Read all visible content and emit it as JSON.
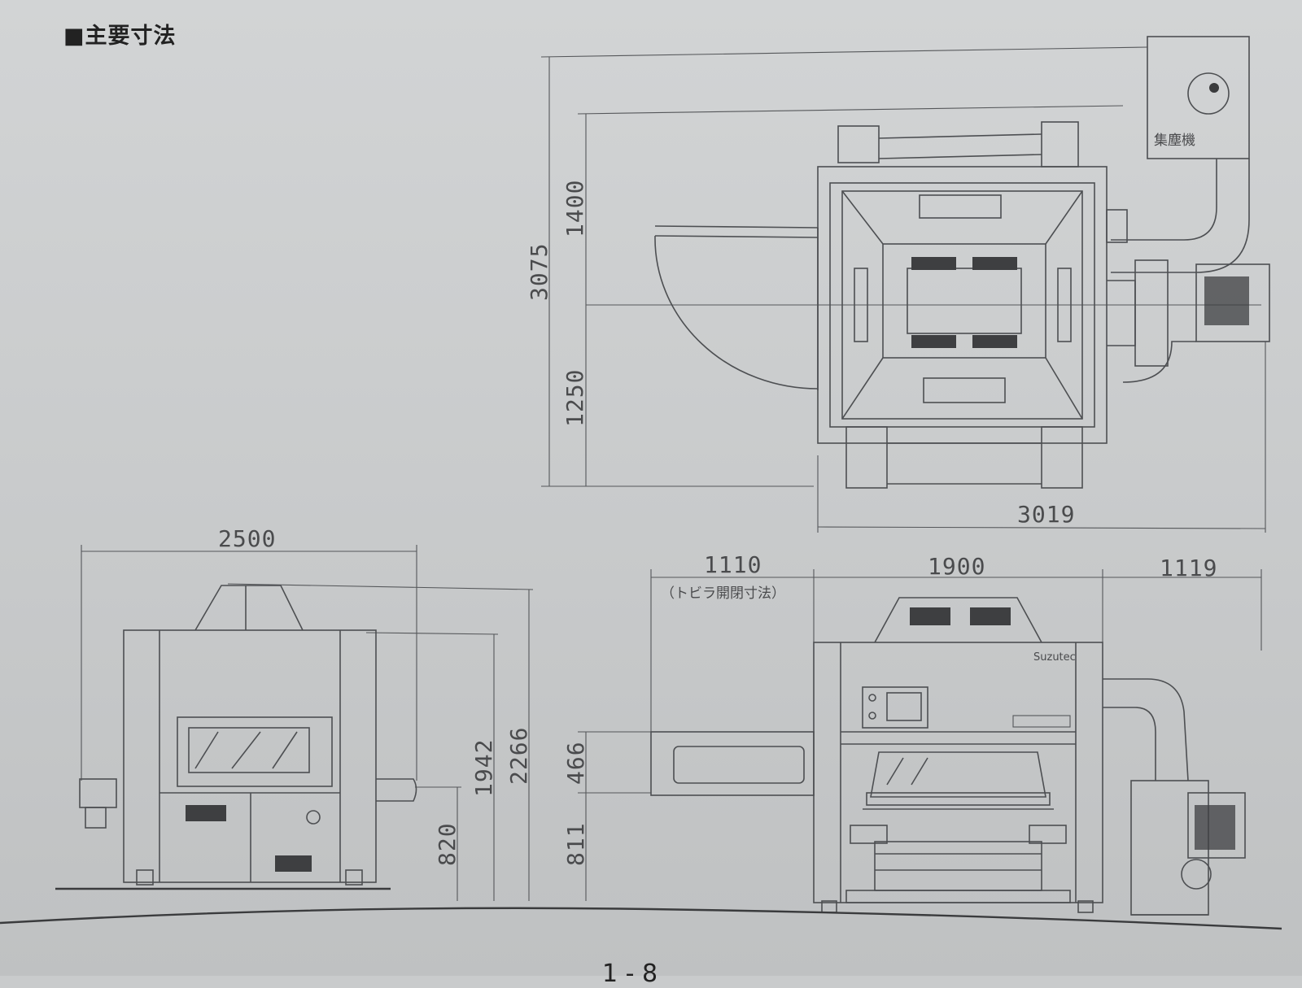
{
  "header": {
    "title": "■主要寸法"
  },
  "labels": {
    "dust_collector": "集塵機",
    "door_note": "（トビラ開閉寸法）",
    "brand": "Suzutec"
  },
  "dimensions": {
    "plan_total_depth": "3075",
    "plan_front_depth": "1400",
    "plan_rear_depth": "1250",
    "plan_total_width": "3019",
    "side_width": "2500",
    "side_total_height": "2266",
    "side_body_height": "1942",
    "side_table_height": "820",
    "front_door_span": "1110",
    "front_body_width": "1900",
    "front_side_span": "1119",
    "front_door_height": "466",
    "front_door_base": "811"
  },
  "footer": {
    "page": "1 - 8"
  }
}
